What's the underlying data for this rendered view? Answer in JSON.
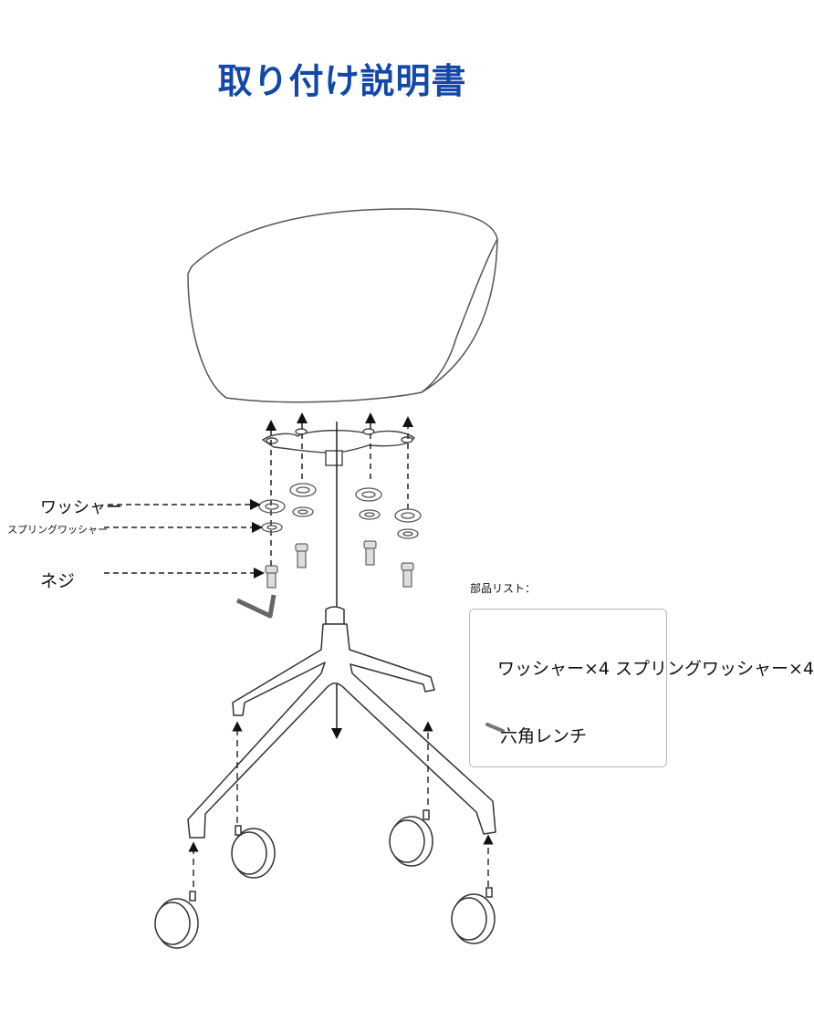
{
  "title": "取り付け説明書",
  "labels": {
    "washer": "ワッシャー",
    "spring_washer": "スプリングワッシャー",
    "screw": "ネジ"
  },
  "parts_list": {
    "heading": "部品リスト：",
    "line1": "ワッシャー×4 スプリングワッシャー×4",
    "line2": "六角レンチ"
  },
  "icons": [
    "chair-seat-shell",
    "mounting-plate",
    "washer-icon",
    "spring-washer-icon",
    "screw-icon",
    "hex-wrench-icon",
    "chair-base",
    "caster-icon"
  ],
  "colors": {
    "title": "#1248a8",
    "line": "#333333",
    "box_border": "#b9b9b9"
  }
}
